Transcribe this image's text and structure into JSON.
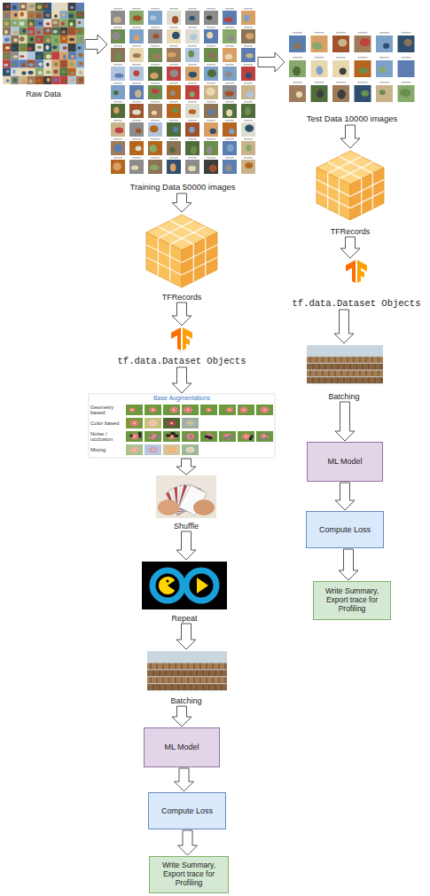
{
  "diagram": {
    "nodes": [
      {
        "text": [
          "Raw Data"
        ]
      },
      {
        "text": [
          "Training Data 50000 images"
        ]
      },
      {
        "text": [
          "Test Data 10000 images"
        ]
      },
      {
        "text": [
          "TFRecords"
        ]
      },
      {
        "text": [
          "tf.data.Dataset Objects"
        ]
      },
      {
        "text": [
          "Base Augmentations"
        ]
      },
      {
        "text": [
          "Shuffle"
        ]
      },
      {
        "text": [
          "Repeat"
        ]
      },
      {
        "text": [
          "Batching"
        ]
      },
      {
        "text": [
          "ML Model"
        ]
      },
      {
        "text": [
          "Compute Loss"
        ]
      },
      {
        "text": [
          "Write Summary, Export trace for Profiling"
        ]
      },
      {
        "text": [
          "TFRecords"
        ]
      },
      {
        "text": [
          "tf.data.Dataset Objects"
        ]
      },
      {
        "text": [
          "Batching"
        ]
      },
      {
        "text": [
          "ML Model"
        ]
      },
      {
        "text": [
          "Compute Loss"
        ]
      },
      {
        "text": [
          "Write Summary, Export trace for Profiling"
        ]
      }
    ],
    "edges": [
      {
        "from": 0,
        "to": 1,
        "arrow": "to"
      },
      {
        "from": 1,
        "to": 2,
        "arrow": "to"
      },
      {
        "from": 1,
        "to": 3,
        "arrow": "to"
      },
      {
        "from": 3,
        "to": 4,
        "arrow": "to"
      },
      {
        "from": 4,
        "to": 5,
        "arrow": "to"
      },
      {
        "from": 5,
        "to": 6,
        "arrow": "to"
      },
      {
        "from": 6,
        "to": 7,
        "arrow": "to"
      },
      {
        "from": 7,
        "to": 8,
        "arrow": "to"
      },
      {
        "from": 8,
        "to": 9,
        "arrow": "to"
      },
      {
        "from": 9,
        "to": 10,
        "arrow": "to"
      },
      {
        "from": 10,
        "to": 11,
        "arrow": "to"
      },
      {
        "from": 2,
        "to": 12,
        "arrow": "to"
      },
      {
        "from": 12,
        "to": 13,
        "arrow": "to"
      },
      {
        "from": 13,
        "to": 14,
        "arrow": "to"
      },
      {
        "from": 14,
        "to": 15,
        "arrow": "to"
      },
      {
        "from": 15,
        "to": 16,
        "arrow": "to"
      },
      {
        "from": 16,
        "to": 17,
        "arrow": "to"
      }
    ],
    "labels": [
      "Geometry based",
      "Color based",
      "Noise / occlusion",
      "Mixing"
    ]
  }
}
